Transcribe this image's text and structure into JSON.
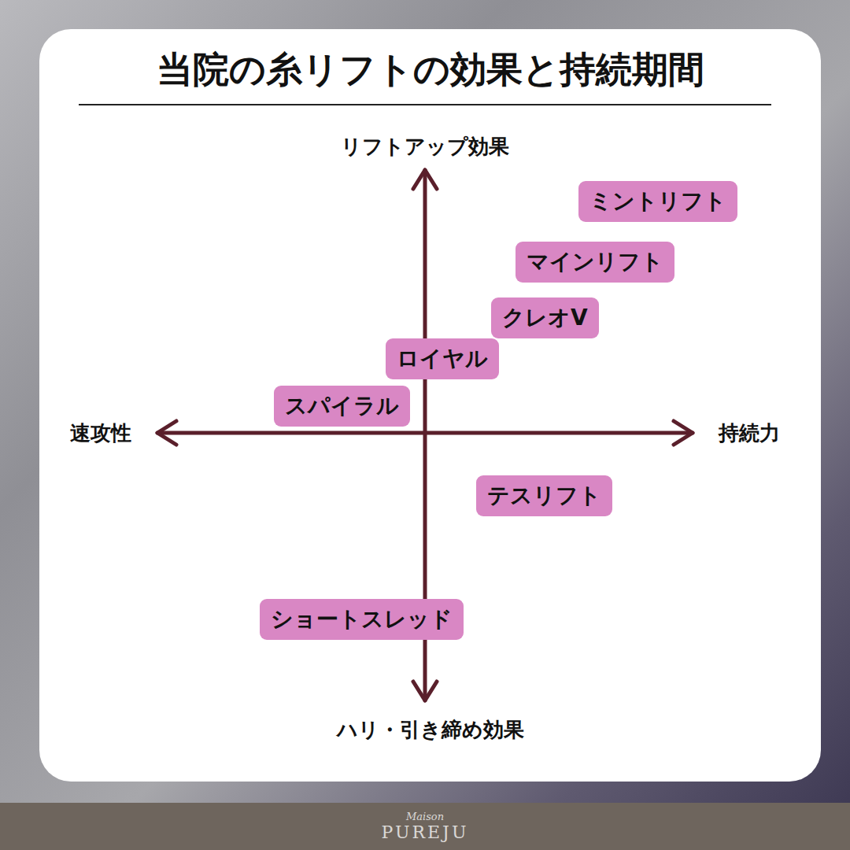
{
  "diagram": {
    "title": "当院の糸リフトの効果と持続期間",
    "nodes": [
      {
        "text": [
          "ミントリフト"
        ]
      },
      {
        "text": [
          "マインリフト"
        ]
      },
      {
        "text": [
          "クレオV"
        ]
      },
      {
        "text": [
          "ロイヤル"
        ]
      },
      {
        "text": [
          "スパイラル"
        ]
      },
      {
        "text": [
          "テスリフト"
        ]
      },
      {
        "text": [
          "ショートスレッド"
        ]
      }
    ],
    "labels": [
      "リフトアップ効果",
      "速攻性",
      "持続力",
      "ハリ・引き締め効果",
      "Maison",
      "PUREJU"
    ]
  }
}
